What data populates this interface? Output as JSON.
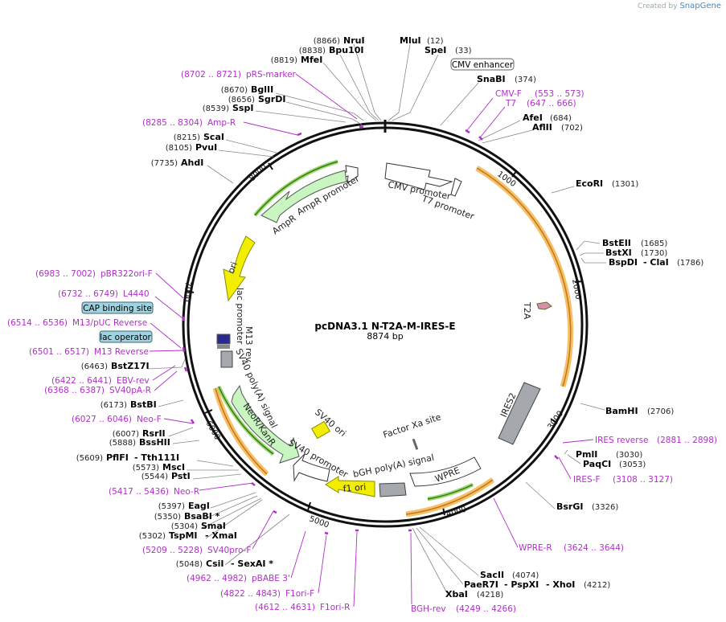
{
  "credit": {
    "prefix": "Created by",
    "brand": "SnapGene"
  },
  "plasmid": {
    "name": "pcDNA3.1 N-T2A-M-IRES-E",
    "size": "8874 bp"
  },
  "ticks": [
    "1000",
    "2000",
    "3000",
    "4000",
    "5000",
    "6000",
    "7000",
    "8000"
  ],
  "sites": [
    {
      "name": "NruI",
      "pos": "(8866)"
    },
    {
      "name": "Bpu10I",
      "pos": "(8838)"
    },
    {
      "name": "MfeI",
      "pos": "(8819)"
    },
    {
      "name": "MluI",
      "pos": "(12)"
    },
    {
      "name": "SpeI",
      "pos": "(33)"
    },
    {
      "name": "SnaBI",
      "pos": "(374)"
    },
    {
      "name": "BglII",
      "pos": "(8670)"
    },
    {
      "name": "SgrDI",
      "pos": "(8656)"
    },
    {
      "name": "SspI",
      "pos": "(8539)"
    },
    {
      "name": "AfeI",
      "pos": "(684)"
    },
    {
      "name": "AflII",
      "pos": "(702)"
    },
    {
      "name": "ScaI",
      "pos": "(8215)"
    },
    {
      "name": "PvuI",
      "pos": "(8105)"
    },
    {
      "name": "AhdI",
      "pos": "(7735)"
    },
    {
      "name": "EcoRI",
      "pos": "(1301)"
    },
    {
      "name": "BstEII",
      "pos": "(1685)"
    },
    {
      "name": "BstXI",
      "pos": "(1730)"
    },
    {
      "name": "BspDI",
      "pos": ""
    },
    {
      "name": "- ClaI",
      "pos": "(1786)"
    },
    {
      "name": "BstZ17I",
      "pos": "(6463)"
    },
    {
      "name": "BstBI",
      "pos": "(6173)"
    },
    {
      "name": "RsrII",
      "pos": "(6007)"
    },
    {
      "name": "BssHII",
      "pos": "(5888)"
    },
    {
      "name": "BamHI",
      "pos": "(2706)"
    },
    {
      "name": "PflFI",
      "pos": "(5609)"
    },
    {
      "name": "- Tth111I",
      "pos": ""
    },
    {
      "name": "MscI",
      "pos": "(5573)"
    },
    {
      "name": "PstI",
      "pos": "(5544)"
    },
    {
      "name": "PmlI",
      "pos": "(3030)"
    },
    {
      "name": "PaqCI",
      "pos": "(3053)"
    },
    {
      "name": "BsrGI",
      "pos": "(3326)"
    },
    {
      "name": "EagI",
      "pos": "(5397)"
    },
    {
      "name": "BsaBI *",
      "pos": "(5350)"
    },
    {
      "name": "SmaI",
      "pos": "(5304)"
    },
    {
      "name": "TspMI",
      "pos": "(5302)"
    },
    {
      "name": "- XmaI",
      "pos": ""
    },
    {
      "name": "CsiI",
      "pos": "(5048)"
    },
    {
      "name": "- SexAI *",
      "pos": ""
    },
    {
      "name": "SacII",
      "pos": "(4074)"
    },
    {
      "name": "PaeR7I",
      "pos": ""
    },
    {
      "name": "- PspXI",
      "pos": ""
    },
    {
      "name": "- XhoI",
      "pos": "(4212)"
    },
    {
      "name": "XbaI",
      "pos": "(4218)"
    }
  ],
  "primers": [
    {
      "range": "(8702 .. 8721)",
      "name": "pRS-marker"
    },
    {
      "range": "(553 .. 573)",
      "name": "CMV-F"
    },
    {
      "range": "(647 .. 666)",
      "name": "T7"
    },
    {
      "range": "(8285 .. 8304)",
      "name": "Amp-R"
    },
    {
      "range": "(6983 .. 7002)",
      "name": "pBR322ori-F"
    },
    {
      "range": "(6732 .. 6749)",
      "name": "L4440"
    },
    {
      "range": "(6514 .. 6536)",
      "name": "M13/pUC Reverse"
    },
    {
      "range": "(6501 .. 6517)",
      "name": "M13 Reverse"
    },
    {
      "range": "(6422 .. 6441)",
      "name": "EBV-rev"
    },
    {
      "range": "(6368 .. 6387)",
      "name": "SV40pA-R"
    },
    {
      "range": "(6027 .. 6046)",
      "name": "Neo-F"
    },
    {
      "range": "(2881 .. 2898)",
      "name": "IRES reverse"
    },
    {
      "range": "(3108 .. 3127)",
      "name": "IRES-F"
    },
    {
      "range": "(5417 .. 5436)",
      "name": "Neo-R"
    },
    {
      "range": "(3624 .. 3644)",
      "name": "WPRE-R"
    },
    {
      "range": "(5209 .. 5228)",
      "name": "SV40pro-F"
    },
    {
      "range": "(4962 .. 4982)",
      "name": "pBABE 3'"
    },
    {
      "range": "(4822 .. 4843)",
      "name": "F1ori-F"
    },
    {
      "range": "(4612 .. 4631)",
      "name": "F1ori-R"
    },
    {
      "range": "(4249 .. 4266)",
      "name": "BGH-rev"
    }
  ],
  "boxes": {
    "cmv_enhancer": "CMV enhancer",
    "cap_site": "CAP binding site",
    "lac_operator": "lac operator"
  },
  "features": {
    "cmv_promoter": "CMV promoter",
    "t7_promoter": "T7 promoter",
    "ampr_promoter": "AmpR promoter",
    "ampr": "AmpR",
    "ori": "ori",
    "lac_promoter": "lac promoter",
    "m13_rev": "M13 rev",
    "sv40_polya": "SV40 poly(A) signal",
    "neor": "NeoR/KanR",
    "sv40_promoter": "SV40 promoter",
    "sv40_ori": "SV40 ori",
    "f1_ori": "f1 ori",
    "bgh": "bGH poly(A) signal",
    "wpre": "WPRE",
    "factor_xa": "Factor Xa site",
    "ires2": "IRES2",
    "t2a": "T2A"
  },
  "colors": {
    "ring": "#111111",
    "primer": "#b030c8",
    "orf_orange": "#f0a030",
    "orf_green": "#5fb030",
    "ori_yellow": "#f2ee00",
    "gray": "#a5a9ad",
    "light_green": "#c8f5c0",
    "cap_blue": "#9fd3e0"
  }
}
